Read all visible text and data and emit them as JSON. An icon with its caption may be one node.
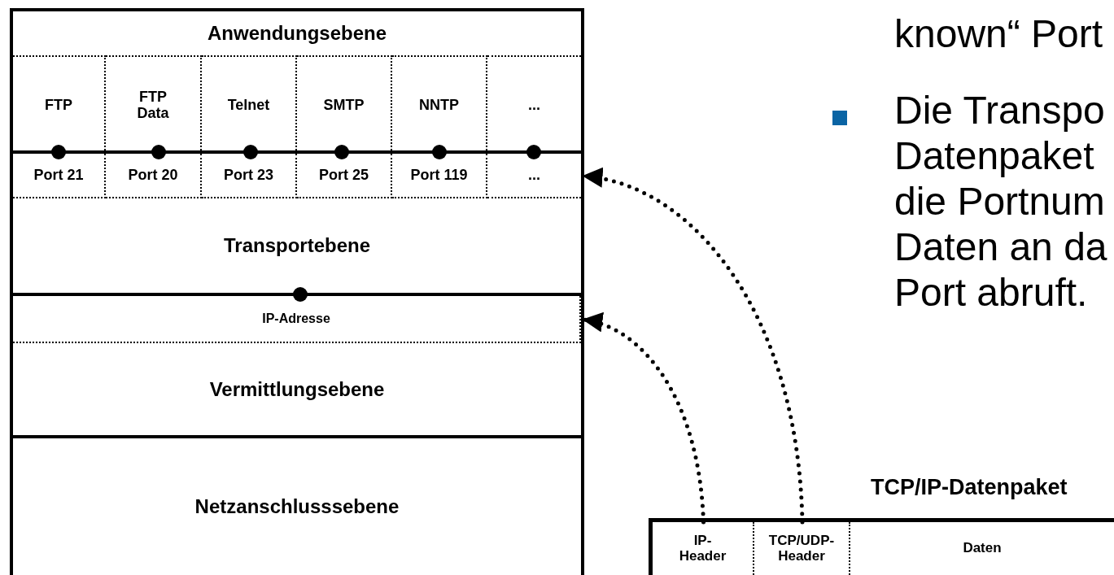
{
  "diagram": {
    "nodes": [
      {
        "text": [
          "Anwendungsebene"
        ]
      },
      {
        "text": [
          "FTP"
        ],
        "in": 0
      },
      {
        "text": [
          "FTP Data"
        ],
        "in": 0
      },
      {
        "text": [
          "Telnet"
        ],
        "in": 0
      },
      {
        "text": [
          "SMTP"
        ],
        "in": 0
      },
      {
        "text": [
          "NNTP"
        ],
        "in": 0
      },
      {
        "text": [
          "..."
        ],
        "in": 0
      },
      {
        "text": [
          "Transportebene"
        ]
      },
      {
        "text": [
          "Port 21"
        ],
        "in": 7
      },
      {
        "text": [
          "Port 20"
        ],
        "in": 7
      },
      {
        "text": [
          "Port 23"
        ],
        "in": 7
      },
      {
        "text": [
          "Port 25"
        ],
        "in": 7
      },
      {
        "text": [
          "Port 119"
        ],
        "in": 7
      },
      {
        "text": [
          "..."
        ],
        "in": 7
      },
      {
        "text": [
          "Vermittlungsebene"
        ]
      },
      {
        "text": [
          "IP-Adresse"
        ],
        "in": 14
      },
      {
        "text": [
          "Netzanschlusssebene"
        ]
      },
      {
        "text": [
          "TCP/IP-Datenpaket"
        ]
      },
      {
        "text": [
          "IP- Header"
        ],
        "in": 17
      },
      {
        "text": [
          "TCP/UDP- Header"
        ],
        "in": 17
      },
      {
        "text": [
          "Daten"
        ],
        "in": 17
      }
    ],
    "edges": [
      {
        "from": 18,
        "to": 15,
        "arrow": "to",
        "style": "dashed"
      },
      {
        "from": 19,
        "to": 13,
        "arrow": "to",
        "style": "dashed"
      }
    ],
    "labels": [
      "known“ Port",
      "Die Transpo Datenpaket die Portnum Daten an da Port abruft."
    ]
  }
}
